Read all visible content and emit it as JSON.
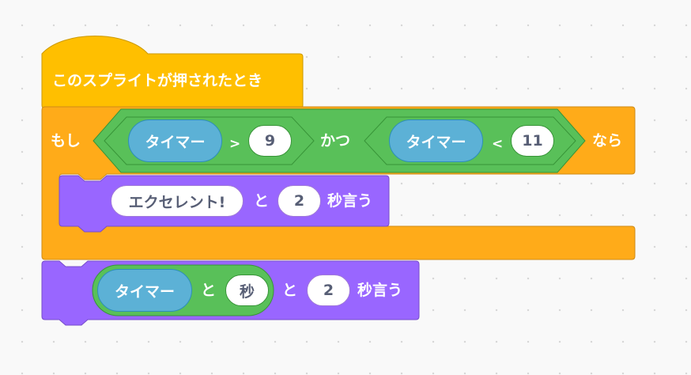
{
  "colors": {
    "events": "#ffbf00",
    "control": "#ffab19",
    "looks": "#9966ff",
    "operators": "#59c059",
    "sensing": "#5cb1d6",
    "field_text": "#575e75"
  },
  "hat_block": {
    "label": "このスプライトが押されたとき"
  },
  "if_block": {
    "if_label": "もし",
    "then_label": "なら",
    "condition": {
      "joiner": "かつ",
      "left": {
        "reporter": "タイマー",
        "operator": ">",
        "value": "9"
      },
      "right": {
        "reporter": "タイマー",
        "operator": "<",
        "value": "11"
      }
    },
    "inner_say": {
      "message": "エクセレント!",
      "joiner": "と",
      "seconds": "2",
      "suffix": "秒言う"
    }
  },
  "say_block": {
    "join": {
      "left": "タイマー",
      "joiner": "と",
      "right": "秒"
    },
    "joiner": "と",
    "seconds": "2",
    "suffix": "秒言う"
  }
}
